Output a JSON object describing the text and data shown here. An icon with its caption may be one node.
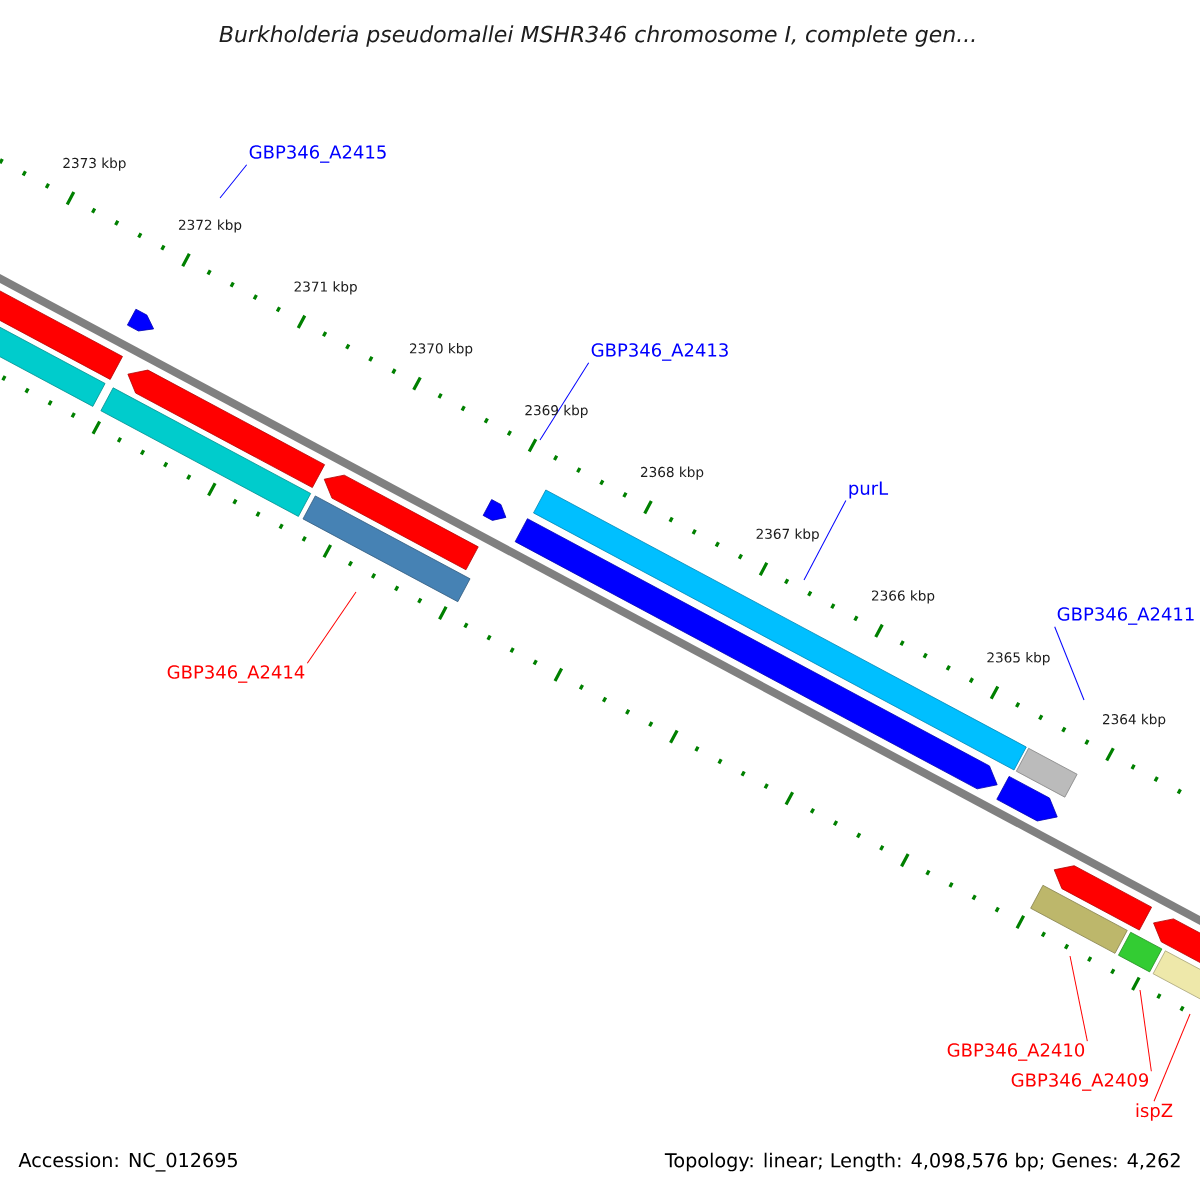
{
  "diagram": {
    "title": "Burkholderia pseudomallei MSHR346 chromosome I, complete gen...",
    "nodes": [
      {
        "text": [
          "GBP346_A2415"
        ]
      },
      {
        "text": [
          "GBP346_A2413"
        ]
      },
      {
        "text": [
          "purL"
        ]
      },
      {
        "text": [
          "GBP346_A2411"
        ]
      },
      {
        "text": [
          "GBP346_A2414"
        ]
      },
      {
        "text": [
          "GBP346_A2410"
        ]
      },
      {
        "text": [
          "GBP346_A2409"
        ]
      },
      {
        "text": [
          "ispZ"
        ]
      }
    ],
    "edges": [
      {
        "from": 0,
        "to": null,
        "arrow": "none"
      },
      {
        "from": 1,
        "to": null,
        "arrow": "none"
      },
      {
        "from": 2,
        "to": null,
        "arrow": "none"
      },
      {
        "from": 3,
        "to": null,
        "arrow": "none"
      },
      {
        "from": 4,
        "to": null,
        "arrow": "none",
        "color": "#ff0000"
      },
      {
        "from": 5,
        "to": null,
        "arrow": "none",
        "color": "#ff0000"
      },
      {
        "from": 6,
        "to": null,
        "arrow": "none",
        "color": "#ff0000"
      },
      {
        "from": 7,
        "to": null,
        "arrow": "none",
        "color": "#ff0000"
      }
    ],
    "labels": [
      "2373 kbp",
      "2372 kbp",
      "2371 kbp",
      "2370 kbp",
      "2369 kbp",
      "2368 kbp",
      "2367 kbp",
      "2366 kbp",
      "2365 kbp",
      "2364 kbp",
      "Accession: NC_012695",
      "Topology: linear; Length: 4,098,576 bp; Genes: 4,262"
    ]
  }
}
